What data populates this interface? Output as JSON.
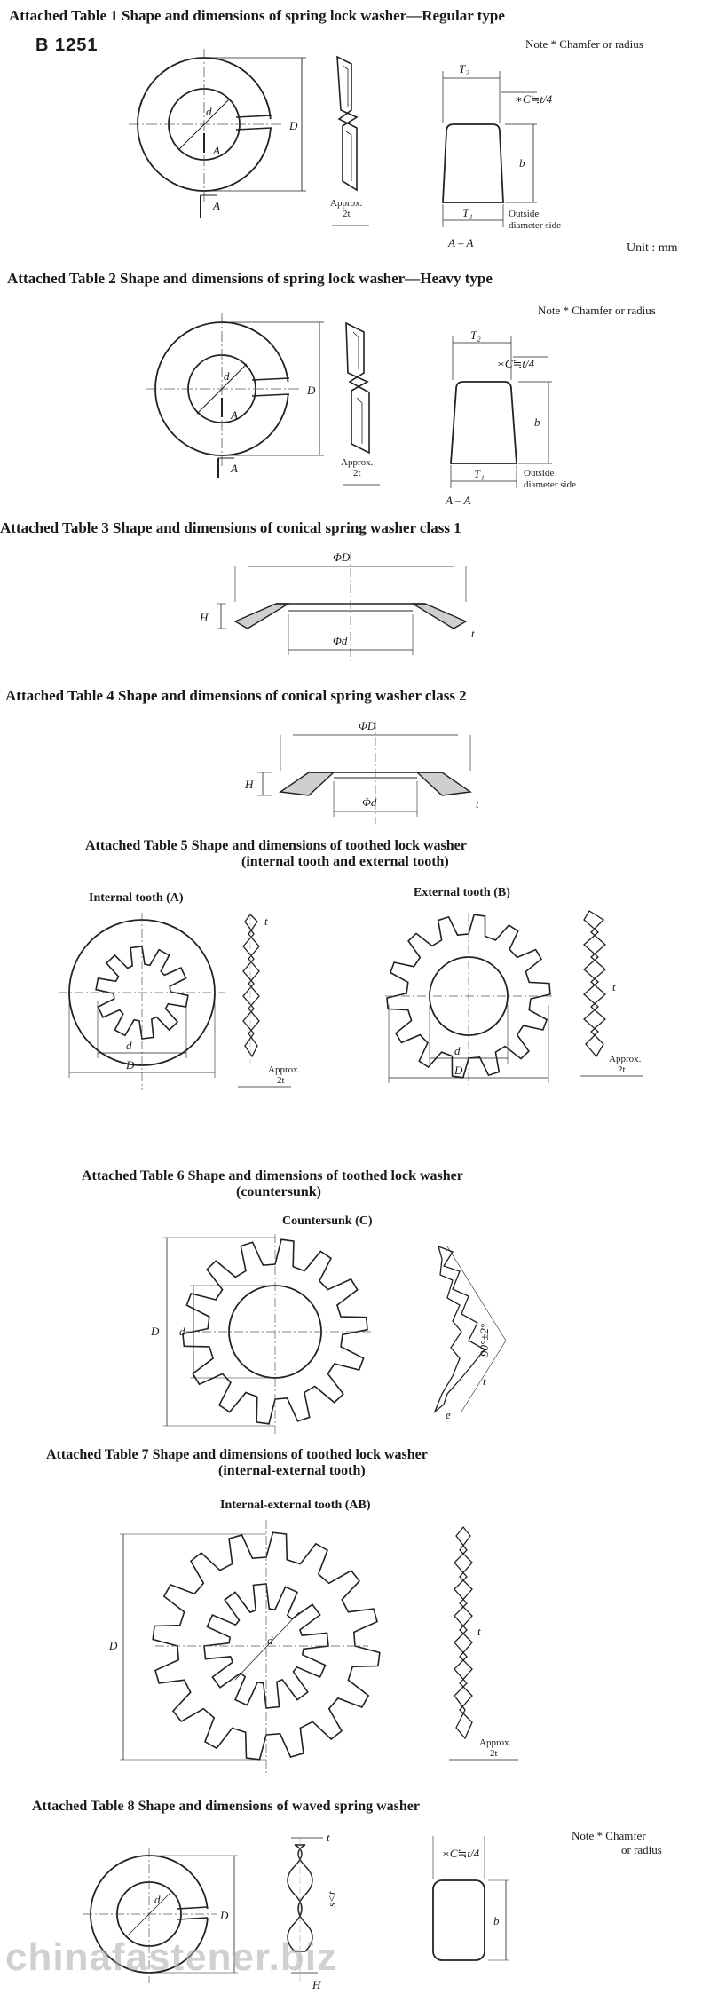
{
  "jis_number": "B 1251",
  "unit": "Unit : mm",
  "note_chamfer": "Note *  Chamfer or radius",
  "note_chamfer_t8a": "Note *  Chamfer",
  "note_chamfer_t8b": "or radius",
  "tables": {
    "t1": {
      "title": "Attached Table 1  Shape and dimensions of spring lock washer—Regular type"
    },
    "t2": {
      "title": "Attached Table 2  Shape and dimensions of spring lock washer—Heavy type"
    },
    "t3": {
      "title": "Attached Table 3   Shape and dimensions of conical spring washer class 1"
    },
    "t4": {
      "title": "Attached Table 4   Shape and dimensions of conical spring washer class 2"
    },
    "t5": {
      "title_line1": "Attached Table 5   Shape and dimensions of toothed lock washer",
      "title_line2": "(internal tooth and external tooth)",
      "label_a": "Internal tooth (A)",
      "label_b": "External tooth (B)"
    },
    "t6": {
      "title_line1": "Attached Table 6   Shape and dimensions of toothed lock washer",
      "title_line2": "(countersunk)",
      "label_c": "Countersunk (C)"
    },
    "t7": {
      "title_line1": "Attached Table 7   Shape and dimensions of toothed lock washer",
      "title_line2": "(internal-external tooth)",
      "label_ab": "Internal-external tooth (AB)"
    },
    "t8": {
      "title": "Attached Table 8   Shape and dimensions of waved spring washer"
    }
  },
  "drawing_labels": {
    "d": "d",
    "D": "D",
    "A": "A",
    "b": "b",
    "t": "t",
    "H": "H",
    "e": "e",
    "phiD": "ΦD",
    "phid": "Φd",
    "T1": "T₁",
    "T2": "T₂",
    "chamfer": "∗C≒t/4",
    "section": "A – A",
    "approx": "Approx.",
    "approx_2t": "2t",
    "outside1": "Outside",
    "outside2": "diameter side",
    "angle": "90°±2°",
    "wave": "s<t"
  },
  "watermark": "chinafastener.biz"
}
